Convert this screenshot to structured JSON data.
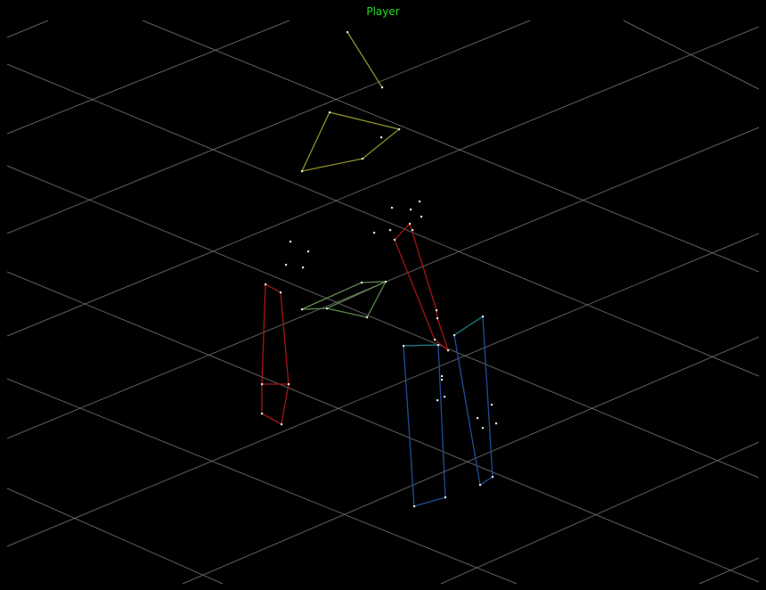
{
  "player": {
    "label": "Player"
  },
  "colors": {
    "background": "#000000",
    "grid": "#6e6e6e",
    "player_label": "#22e01e",
    "head": "#8f8f2a",
    "head_fill_point": "#e8e8c8",
    "torso": "#5f8a4f",
    "left_arm": "#a31616",
    "right_arm": "#a31616",
    "left_leg": "#1d4f9a",
    "right_leg": "#1d4f9a",
    "leg_top": "#1b7a78",
    "points": "#e0e0e0"
  },
  "scene": {
    "type": "isometric-wireframe-debug-view",
    "ground_grid": true,
    "body_parts": [
      "head-outline",
      "neck-line",
      "torso-outline",
      "left-arm-outline",
      "right-arm-outline",
      "left-leg-outline",
      "right-leg-outline",
      "loose-point-cluster"
    ]
  }
}
